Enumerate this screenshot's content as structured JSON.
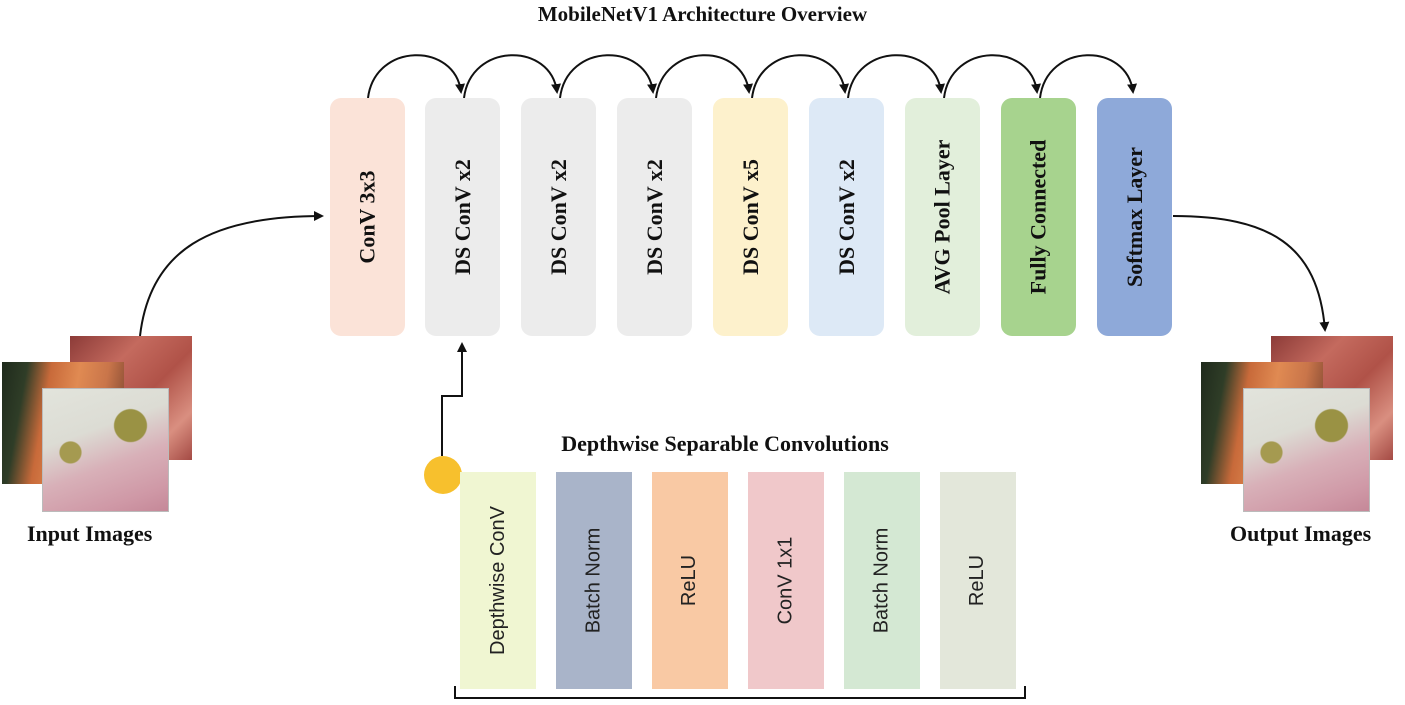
{
  "title": "MobileNetV1 Architecture Overview",
  "main_blocks": [
    {
      "label": "ConV 3x3",
      "color": "#fbe3d8"
    },
    {
      "label": "DS ConV x2",
      "color": "#ececec"
    },
    {
      "label": "DS ConV  x2",
      "color": "#ececec"
    },
    {
      "label": "DS ConV  x2",
      "color": "#ececec"
    },
    {
      "label": "DS ConV  x5",
      "color": "#fdf1cc"
    },
    {
      "label": "DS ConV x2",
      "color": "#dde9f6"
    },
    {
      "label": "AVG Pool Layer",
      "color": "#e2efdb"
    },
    {
      "label": "Fully Connected",
      "color": "#a7d38e"
    },
    {
      "label": "Softmax Layer",
      "color": "#8ea9d9"
    }
  ],
  "ds_section": {
    "title": "Depthwise Separable Convolutions",
    "blocks": [
      {
        "label": "Depthwise ConV",
        "color": "#f0f6d2"
      },
      {
        "label": "Batch Norm",
        "color": "#a9b4c9"
      },
      {
        "label": "ReLU",
        "color": "#f9c9a4"
      },
      {
        "label": "ConV 1x1",
        "color": "#f0c8ca"
      },
      {
        "label": "Batch Norm",
        "color": "#d4e8d3"
      },
      {
        "label": "ReLU",
        "color": "#e3e7da"
      }
    ]
  },
  "input_caption": "Input Images",
  "output_caption": "Output Images"
}
